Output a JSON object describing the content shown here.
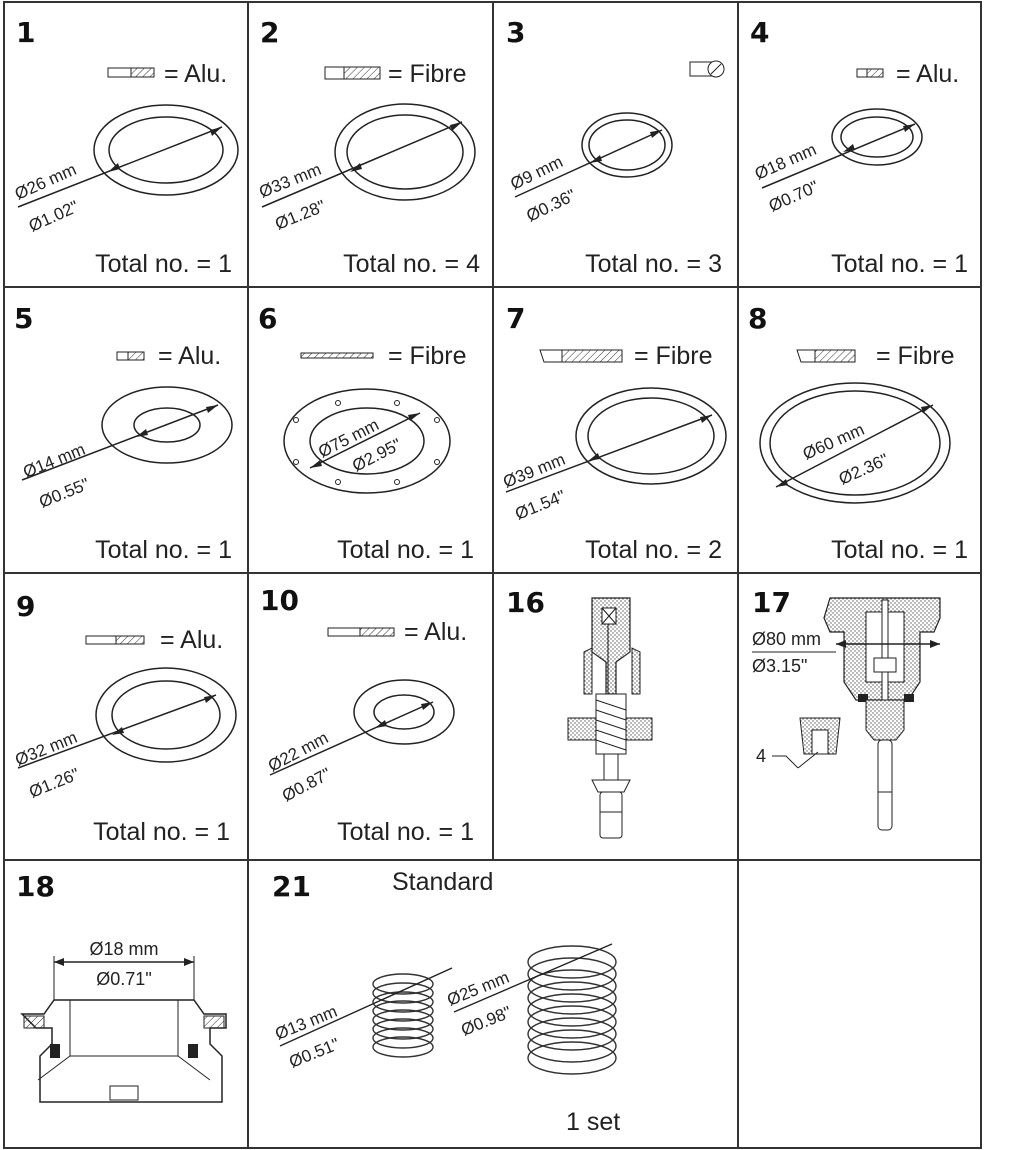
{
  "cells": [
    {
      "number": "1",
      "material": "= Alu.",
      "dia_mm": "Ø26 mm",
      "dia_in": "Ø1.02\"",
      "total": "Total no. = 1"
    },
    {
      "number": "2",
      "material": "= Fibre",
      "dia_mm": "Ø33 mm",
      "dia_in": "Ø1.28\"",
      "total": "Total no. = 4"
    },
    {
      "number": "3",
      "material": "",
      "dia_mm": "Ø9 mm",
      "dia_in": "Ø0.36\"",
      "total": "Total no. = 3"
    },
    {
      "number": "4",
      "material": "= Alu.",
      "dia_mm": "Ø18 mm",
      "dia_in": "Ø0.70\"",
      "total": "Total no. = 1"
    },
    {
      "number": "5",
      "material": "= Alu.",
      "dia_mm": "Ø14 mm",
      "dia_in": "Ø0.55\"",
      "total": "Total no. = 1"
    },
    {
      "number": "6",
      "material": "= Fibre",
      "dia_mm": "Ø75 mm",
      "dia_in": "Ø2.95\"",
      "total": "Total no. = 1"
    },
    {
      "number": "7",
      "material": "= Fibre",
      "dia_mm": "Ø39 mm",
      "dia_in": "Ø1.54\"",
      "total": "Total no. = 2"
    },
    {
      "number": "8",
      "material": "= Fibre",
      "dia_mm": "Ø60 mm",
      "dia_in": "Ø2.36\"",
      "total": "Total no. = 1"
    },
    {
      "number": "9",
      "material": "= Alu.",
      "dia_mm": "Ø32 mm",
      "dia_in": "Ø1.26\"",
      "total": "Total no. = 1"
    },
    {
      "number": "10",
      "material": "= Alu.",
      "dia_mm": "Ø22 mm",
      "dia_in": "Ø0.87\"",
      "total": "Total no. = 1"
    }
  ],
  "part16": {
    "number": "16"
  },
  "part17": {
    "number": "17",
    "dia_mm": "Ø80 mm",
    "dia_in": "Ø3.15\"",
    "callout": "4"
  },
  "part18": {
    "number": "18",
    "dia_mm": "Ø18 mm",
    "dia_in": "Ø0.71\""
  },
  "part21": {
    "number": "21",
    "title": "Standard",
    "small_mm": "Ø13 mm",
    "small_in": "Ø0.51\"",
    "large_mm": "Ø25 mm",
    "large_in": "Ø0.98\"",
    "set": "1 set"
  }
}
